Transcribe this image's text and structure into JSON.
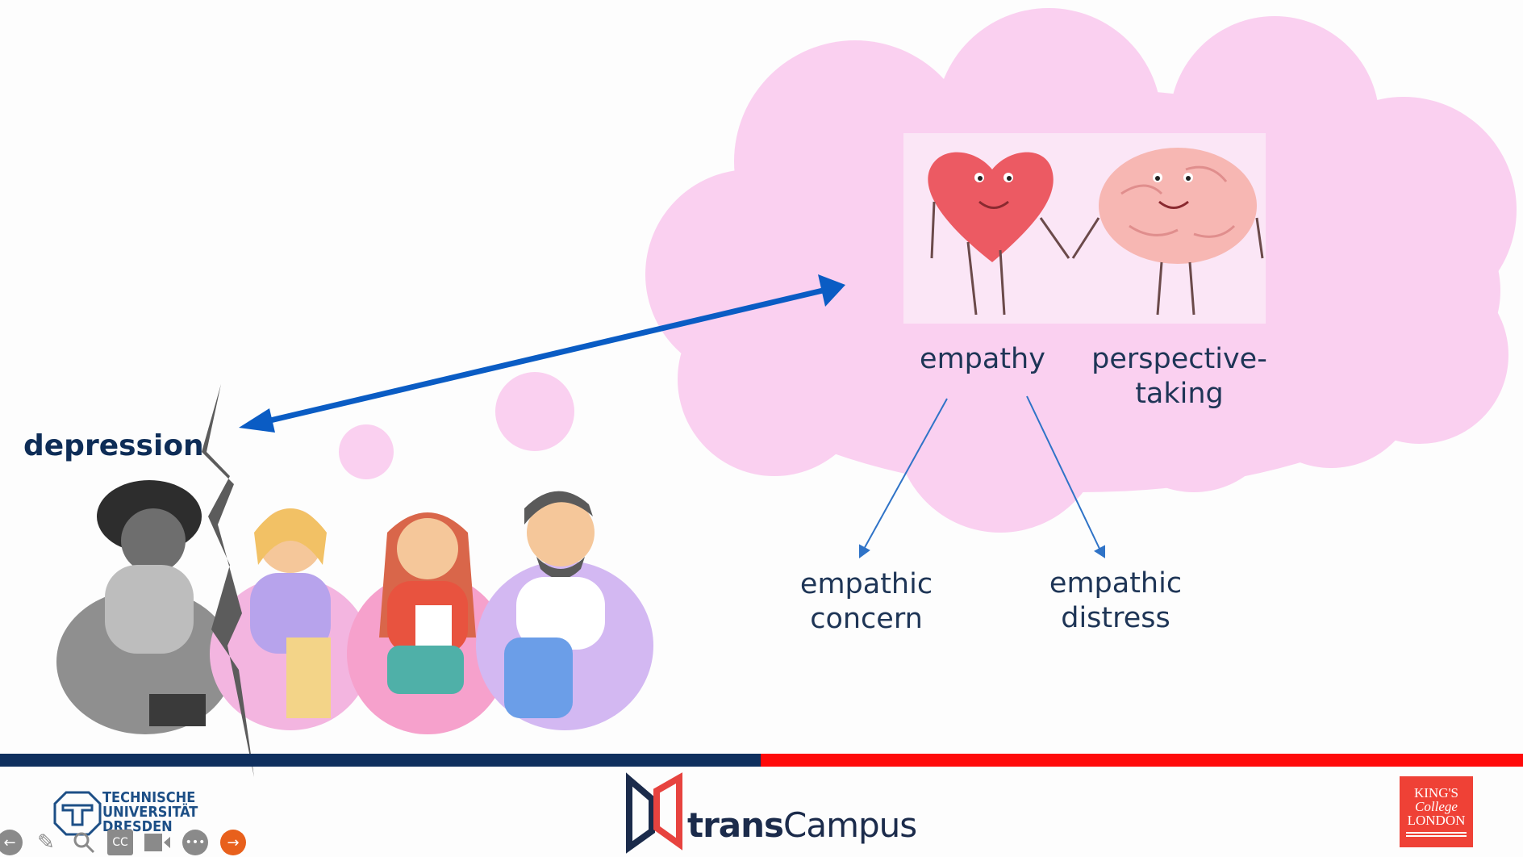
{
  "slide": {
    "depression_label": "depression",
    "empathy_label": "empathy",
    "perspective_label_line1": "perspective-",
    "perspective_label_line2": "taking",
    "concern_line1": "empathic",
    "concern_line2": "concern",
    "distress_line1": "empathic",
    "distress_line2": "distress"
  },
  "footer": {
    "tu_line1": "TECHNISCHE",
    "tu_line2": "UNIVERSITÄT",
    "tu_line3": "DRESDEN",
    "transcampus_bold": "trans",
    "transcampus_rest": "Campus",
    "kings_line1": "KING'S",
    "kings_line2": "College",
    "kings_line3": "LONDON"
  },
  "toolbar": {
    "cc_label": "CC"
  },
  "colors": {
    "navy": "#0f2f5e",
    "red": "#ff0a0a",
    "cloud": "#f9cdef",
    "arrow": "#0a5cc4",
    "next_button": "#e8601c"
  }
}
